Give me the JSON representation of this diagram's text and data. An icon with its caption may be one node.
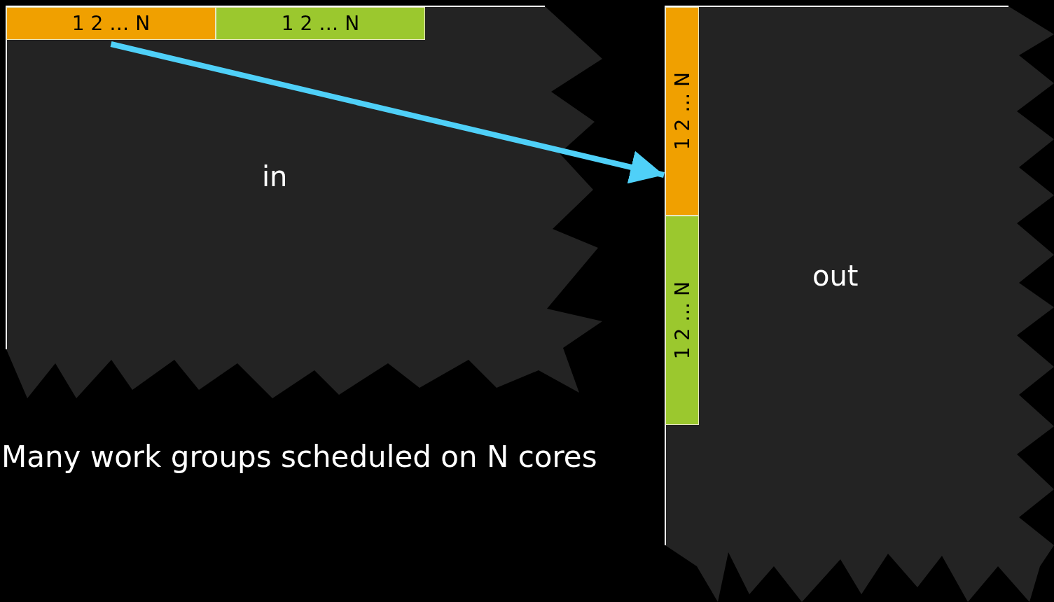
{
  "diagram": {
    "nodes": [
      {
        "text": [
          "in"
        ]
      },
      {
        "text": [
          "1 2 … N"
        ],
        "in": 0
      },
      {
        "text": [
          "1 2 … N"
        ],
        "in": 0
      },
      {
        "text": [
          "out"
        ]
      },
      {
        "text": [
          "1 2 … N"
        ],
        "in": 3
      },
      {
        "text": [
          "1 2 … N"
        ],
        "in": 3
      }
    ],
    "edges": [
      {
        "from": 1,
        "to": 4,
        "arrow": "to",
        "color": "#4fd0f8"
      }
    ],
    "labels": [
      "Many work groups scheduled on N cores"
    ]
  }
}
